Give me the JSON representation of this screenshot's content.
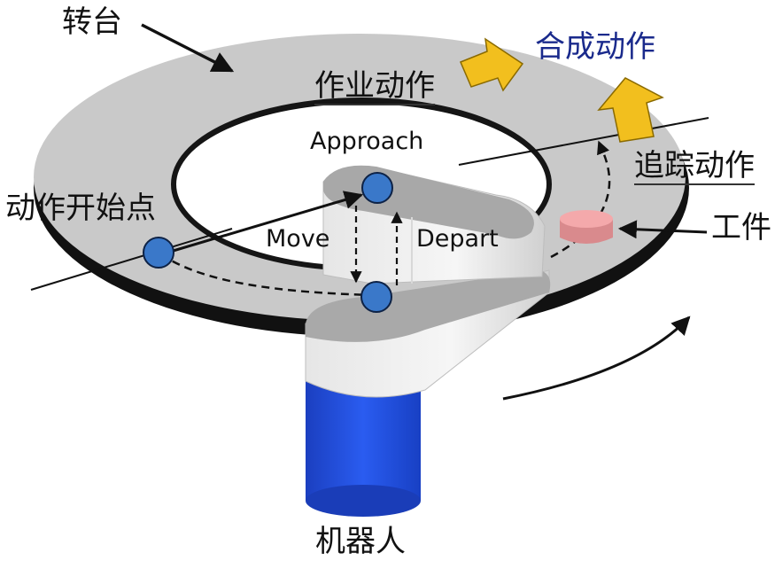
{
  "labels": {
    "turntable": "转台",
    "combined_motion": "合成动作",
    "work_motion": "作业动作",
    "approach": "Approach",
    "tracking_motion": "追踪动作",
    "motion_start_point": "动作开始点",
    "move": "Move",
    "depart": "Depart",
    "workpiece": "工件",
    "robot": "机器人"
  },
  "colors": {
    "turntable_top": "#cbcbcb",
    "turntable_shadow": "#1a1a1a",
    "arm_light": "#f0f0f0",
    "arm_shade": "#cfcfcf",
    "robot_base": "#1f4fe0",
    "point": "#3a78c9",
    "workpiece": "#f2a8aa",
    "direction_arrow": "#f2bf1e",
    "combined_motion_text": "#1a2a8c"
  }
}
